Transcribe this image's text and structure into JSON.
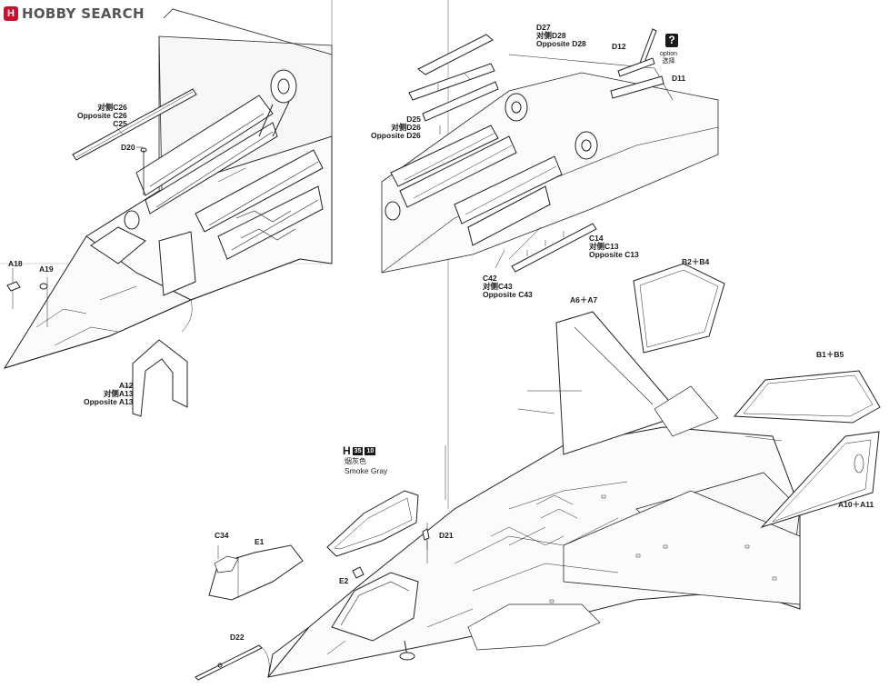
{
  "brand": {
    "name": "HOBBY SEARCH",
    "mark": "H"
  },
  "labels": {
    "c26_cn": "对侧C26",
    "c26_en": "Opposite C26",
    "c25": "C25",
    "d20": "D20",
    "a18": "A18",
    "a19": "A19",
    "a12": "A12",
    "a13_cn": "对侧A13",
    "a13_en": "Opposite A13",
    "d27": "D27",
    "d28_cn": "对侧D28",
    "d28_en": "Opposite D28",
    "d25": "D25",
    "d26_cn": "对侧D26",
    "d26_en": "Opposite D26",
    "d12": "D12",
    "option_en": "option",
    "option_cn": "选择",
    "d11": "D11",
    "c14": "C14",
    "c13_cn": "对侧C13",
    "c13_en": "Opposite C13",
    "c42": "C42",
    "c43_cn": "对侧C43",
    "c43_en": "Opposite C43",
    "b2b4": "B2＋B4",
    "a6a7": "A6＋A7",
    "b1b5": "B1＋B5",
    "a10a11": "A10＋A11",
    "h_letter": "H",
    "h_code1": "35",
    "h_code2": "10",
    "smoke_cn": "烟灰色",
    "smoke_en": "Smoke Gray",
    "d21": "D21",
    "c34": "C34",
    "e1": "E1",
    "e2": "E2",
    "d22": "D22"
  },
  "icons": {
    "help": "?"
  }
}
